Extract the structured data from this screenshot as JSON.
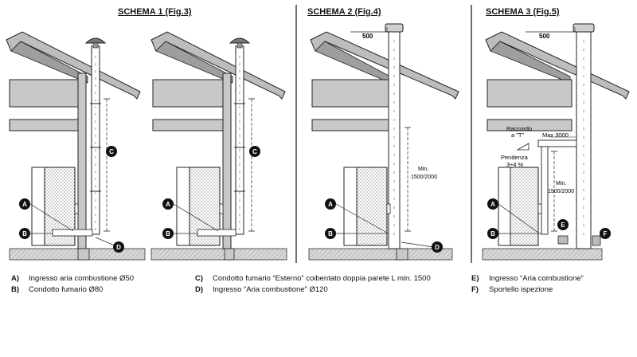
{
  "schemes": [
    {
      "title": "SCHEMA 1 (Fig.3)"
    },
    {
      "title": "SCHEMA 1 (Fig.3)"
    },
    {
      "title": "SCHEMA 2 (Fig.4)",
      "clearance": "500",
      "min_label": "Min.",
      "min_value": "1500/2000"
    },
    {
      "title": "SCHEMA 3 (Fig.5)",
      "clearance": "500",
      "min_label": "Min.",
      "min_value": "1500/2000",
      "raccordo_1": "Raccordo",
      "raccordo_2": "a \"T\"",
      "max": "Max 3000",
      "pendenza_1": "Pendenza",
      "pendenza_2": "3÷4 %"
    }
  ],
  "title_left": "SCHEMA 1 (Fig.3)",
  "title_mid": "SCHEMA 2 (Fig.4)",
  "title_right": "SCHEMA 3 (Fig.5)",
  "markers": {
    "A": "A",
    "B": "B",
    "C": "C",
    "D": "D",
    "E": "E",
    "F": "F"
  },
  "legend": {
    "a": {
      "key": "A)",
      "text": "Ingresso aria combustione Ø50"
    },
    "b": {
      "key": "B)",
      "text": "Condotto fumario Ø80"
    },
    "c": {
      "key": "C)",
      "text": "Condotto fumario “Esterno” coibentato doppia parete L min. 1500"
    },
    "d": {
      "key": "D)",
      "text": "Ingresso “Aria combustione” Ø120"
    },
    "e": {
      "key": "E)",
      "text": "Ingresso “Aria combustione”"
    },
    "f": {
      "key": "F)",
      "text": "Sportello ispezione"
    }
  }
}
